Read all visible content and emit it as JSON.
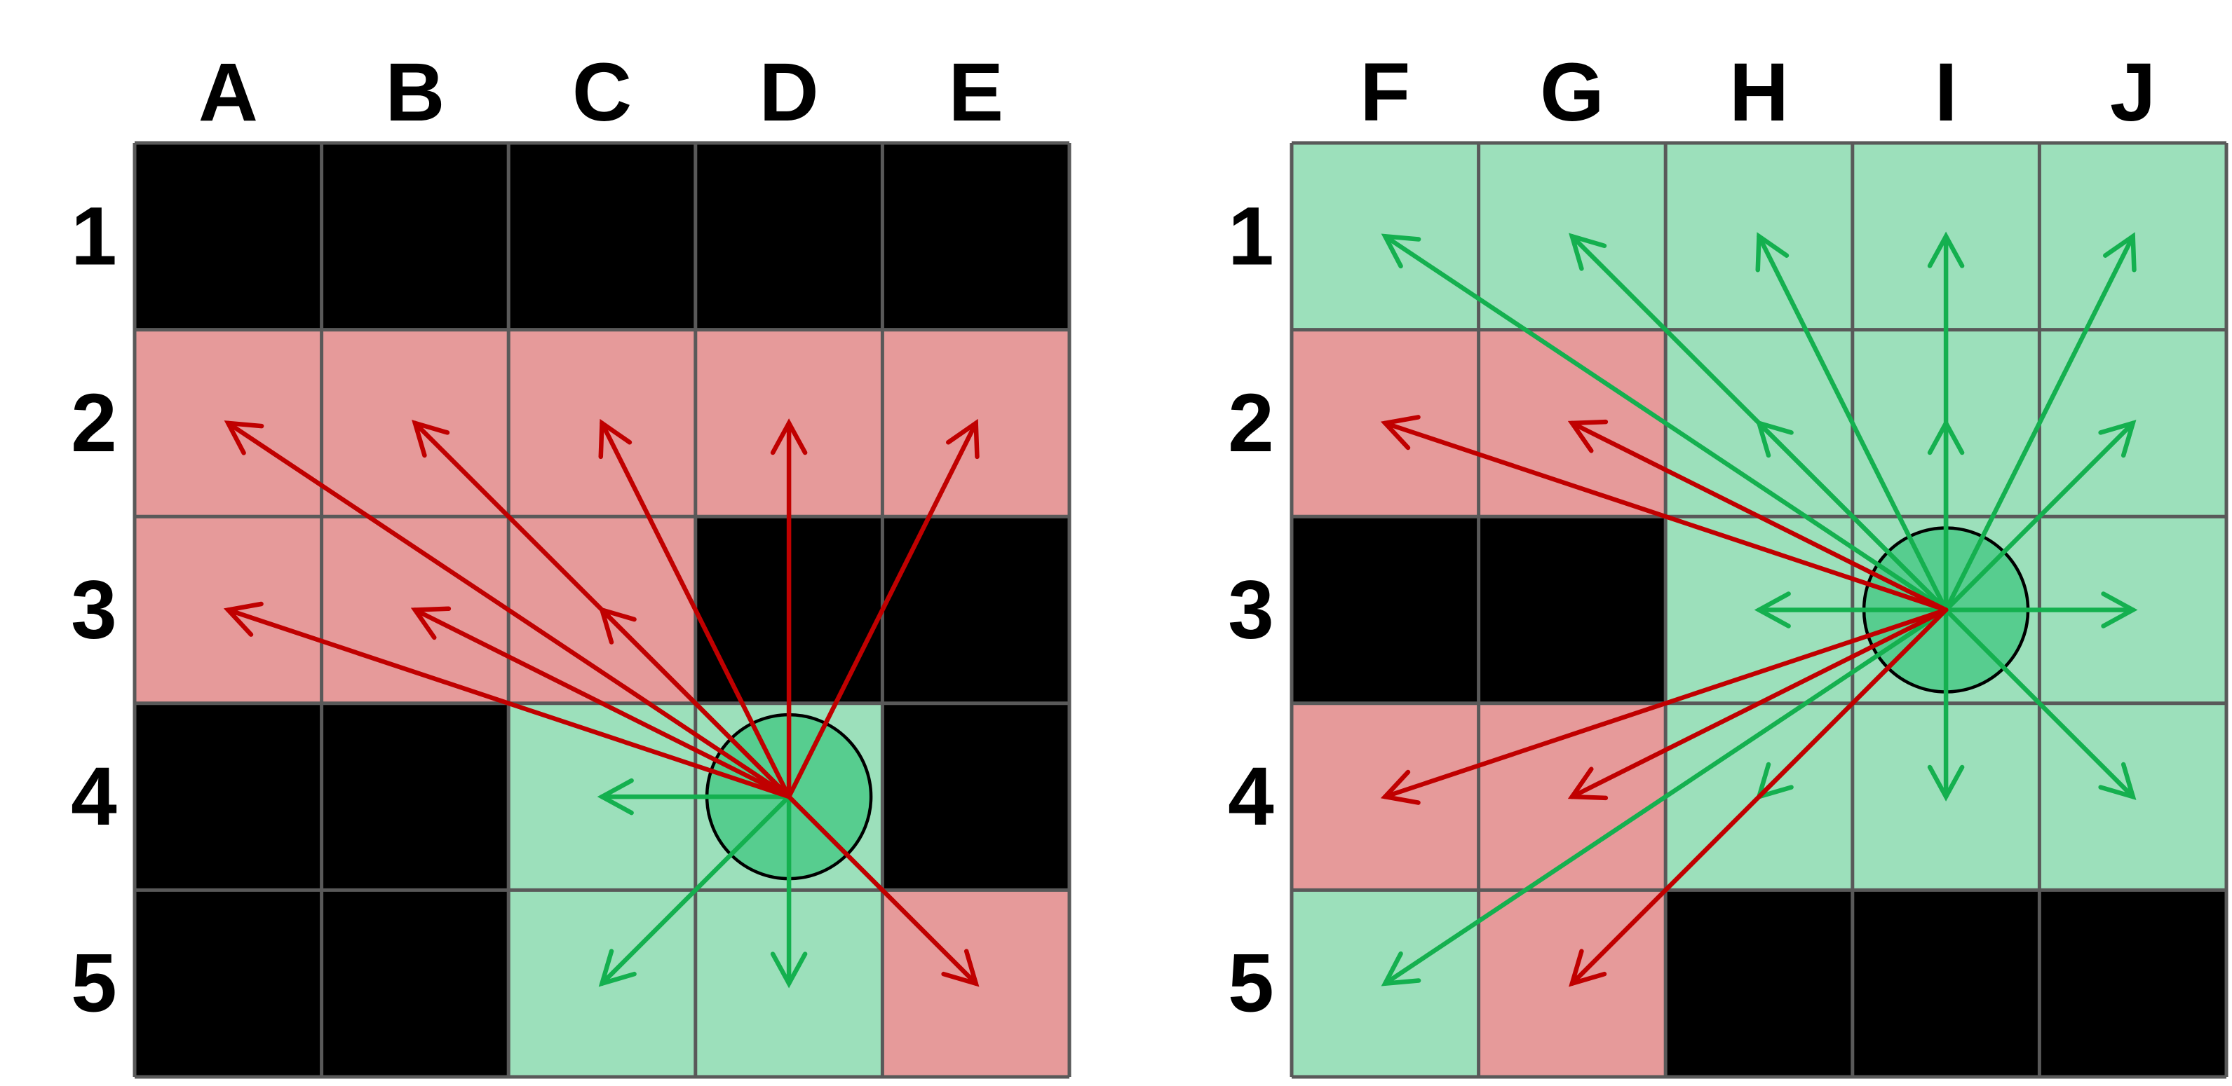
{
  "colors": {
    "blocked": "#000000",
    "invalid_cell": "#e69a9a",
    "valid_cell": "#9ce0bb",
    "agent": "#57cd8f",
    "arrow_invalid": "#c00000",
    "arrow_valid": "#14b04f",
    "gridline": "#595959"
  },
  "legend": {},
  "grids": [
    {
      "col_labels": [
        "A",
        "B",
        "C",
        "D",
        "E"
      ],
      "row_labels": [
        "1",
        "2",
        "3",
        "4",
        "5"
      ],
      "cells": [
        [
          "blocked",
          "blocked",
          "blocked",
          "blocked",
          "blocked"
        ],
        [
          "invalid",
          "invalid",
          "invalid",
          "invalid",
          "invalid"
        ],
        [
          "invalid",
          "invalid",
          "invalid",
          "blocked",
          "blocked"
        ],
        [
          "blocked",
          "blocked",
          "valid",
          "valid",
          "blocked"
        ],
        [
          "blocked",
          "blocked",
          "valid",
          "valid",
          "invalid"
        ]
      ],
      "agent_cell": "D4",
      "arrows": [
        {
          "to": "A2",
          "status": "invalid"
        },
        {
          "to": "B2",
          "status": "invalid"
        },
        {
          "to": "C2",
          "status": "invalid"
        },
        {
          "to": "D2",
          "status": "invalid"
        },
        {
          "to": "E2",
          "status": "invalid"
        },
        {
          "to": "A3",
          "status": "invalid"
        },
        {
          "to": "B3",
          "status": "invalid"
        },
        {
          "to": "C3",
          "status": "invalid"
        },
        {
          "to": "E5",
          "status": "invalid"
        },
        {
          "to": "C4",
          "status": "valid"
        },
        {
          "to": "C5",
          "status": "valid"
        },
        {
          "to": "D5",
          "status": "valid"
        }
      ]
    },
    {
      "col_labels": [
        "F",
        "G",
        "H",
        "I",
        "J"
      ],
      "row_labels": [
        "1",
        "2",
        "3",
        "4",
        "5"
      ],
      "cells": [
        [
          "valid",
          "valid",
          "valid",
          "valid",
          "valid"
        ],
        [
          "invalid",
          "invalid",
          "valid",
          "valid",
          "valid"
        ],
        [
          "blocked",
          "blocked",
          "valid",
          "valid",
          "valid"
        ],
        [
          "invalid",
          "invalid",
          "valid",
          "valid",
          "valid"
        ],
        [
          "valid",
          "invalid",
          "blocked",
          "blocked",
          "blocked"
        ]
      ],
      "agent_cell": "I3",
      "arrows": [
        {
          "to": "F1",
          "status": "valid"
        },
        {
          "to": "G1",
          "status": "valid"
        },
        {
          "to": "H1",
          "status": "valid"
        },
        {
          "to": "I1",
          "status": "valid"
        },
        {
          "to": "J1",
          "status": "valid"
        },
        {
          "to": "H2",
          "status": "valid"
        },
        {
          "to": "I2",
          "status": "valid"
        },
        {
          "to": "J2",
          "status": "valid"
        },
        {
          "to": "H3",
          "status": "valid"
        },
        {
          "to": "J3",
          "status": "valid"
        },
        {
          "to": "H4",
          "status": "valid"
        },
        {
          "to": "I4",
          "status": "valid"
        },
        {
          "to": "J4",
          "status": "valid"
        },
        {
          "to": "F5",
          "status": "valid"
        },
        {
          "to": "F2",
          "status": "invalid"
        },
        {
          "to": "G2",
          "status": "invalid"
        },
        {
          "to": "F4",
          "status": "invalid"
        },
        {
          "to": "G4",
          "status": "invalid"
        },
        {
          "to": "G5",
          "status": "invalid"
        }
      ]
    }
  ]
}
